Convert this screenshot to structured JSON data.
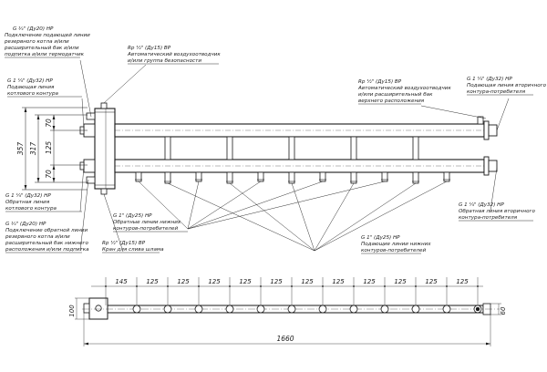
{
  "labels": {
    "supply_boiler_g34": [
      "G ¾\" (Ду20) НР",
      "Подключение подающей линии",
      "резервного котла и/или",
      "расширительный бак и/или",
      "подпитка и/или термодатчик"
    ],
    "air_vent_top": [
      "Rp ½\" (Ду15) ВР",
      "Автоматический воздухоотводчик",
      "и/или группа безопасности"
    ],
    "supply_boiler_g114": [
      "G 1 ¼\" (Ду32) НР",
      "Подающая линия",
      "котлового контура"
    ],
    "air_vent_right": [
      "Rp ½\" (Ду15) ВР",
      "Автоматический воздухоотводчик",
      "и/или расширительный бак",
      "верхнего расположения"
    ],
    "supply_secondary_right": [
      "G 1 ¼\" (Ду32) НР",
      "Подающая линия вторичного",
      "контура-потребителя"
    ],
    "return_boiler_g114": [
      "G 1 ¼\" (Ду32) НР",
      "Обратная линия",
      "котлового контура"
    ],
    "return_boiler_g34": [
      "G ¾\" (Ду20) НР",
      "Подключение обратной линии",
      "резервного котла и/или",
      "расширительный бак нижнего",
      "расположения и/или подпитка"
    ],
    "return_consumers": [
      "G 1\" (Ду25) НР",
      "Обратные линии нижних",
      "контуров-потребителей"
    ],
    "drain_valve": [
      "Rp ½\" (Ду15) ВР",
      "Кран для слива шлама"
    ],
    "supply_consumers": [
      "G 1\" (Ду25) НР",
      "Подающие линии нижних",
      "контуров-потребителей"
    ],
    "return_secondary_right": [
      "G 1 ¼\" (Ду32) НР",
      "Обратная линия вторичного",
      "контура-потребителя"
    ]
  },
  "dimensions": {
    "side_vertical": [
      "357",
      "317",
      "70",
      "125",
      "70"
    ],
    "top_spacing": [
      "145",
      "125",
      "125",
      "125",
      "125",
      "125",
      "125",
      "125",
      "125",
      "125",
      "125",
      "125"
    ],
    "overall_length": "1660",
    "plan_height": "100",
    "plan_right": "60"
  }
}
